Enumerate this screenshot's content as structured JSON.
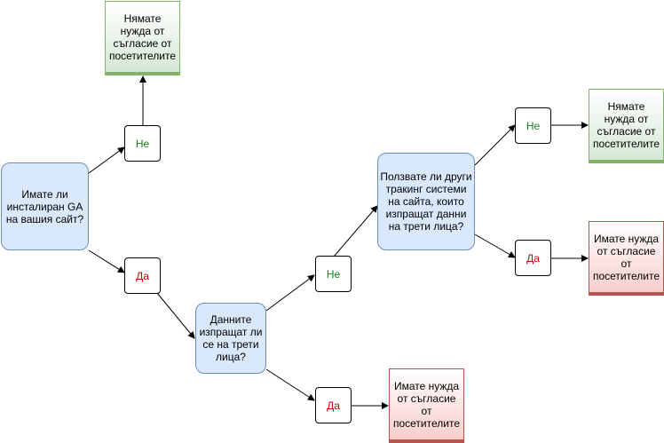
{
  "nodes": {
    "q_ga": "Имате ли инсталиран GA на вашия сайт?",
    "q_third_party": "Данните изпращат ли се на трети лица?",
    "q_other_tracking": "Ползвате ли други тракинг системи на сайта, които изпращат данни на трети лица?",
    "label_ne_1": "Не",
    "label_da_1": "Да",
    "label_ne_2": "Не",
    "label_da_2": "Да",
    "label_ne_3": "Не",
    "label_da_3": "Да",
    "result_no_consent_1": "Нямате нужда от съгласие от посетителите",
    "result_no_consent_2": "Нямате нужда от съгласие от посетителите",
    "result_consent_1": "Имате нужда от съгласие от посетителите",
    "result_consent_2": "Имате нужда от съгласие от посетителите"
  },
  "colors": {
    "question_fill": "#dae8fc",
    "question_border": "#6c8ebf",
    "yes_result_fill": "#f8cecc",
    "yes_result_border": "#b85450",
    "no_result_fill": "#d5e8d4",
    "no_result_border": "#82b366",
    "ne_text": "#1a7f1a",
    "da_text": "#cc0000"
  }
}
